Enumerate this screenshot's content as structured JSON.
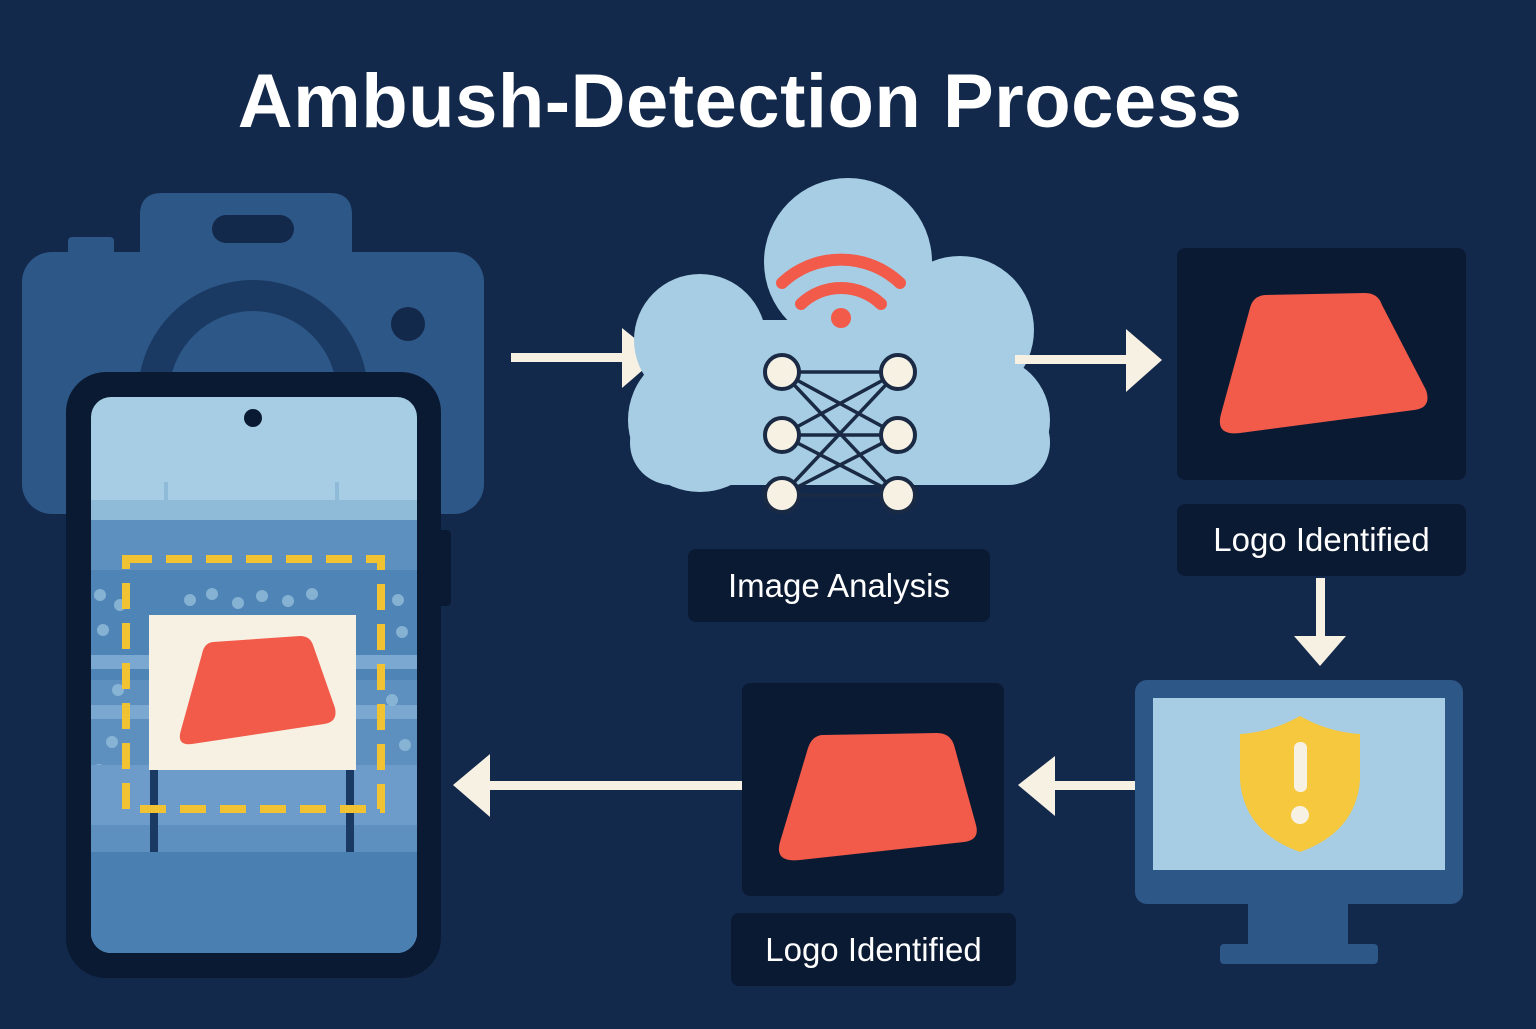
{
  "diagram": {
    "title": "Ambush-Detection Process",
    "steps": [
      {
        "id": "capture",
        "label": "",
        "icon": "smartphone-camera-icon"
      },
      {
        "id": "analysis",
        "label": "Image Analysis",
        "icon": "cloud-neural-network-icon"
      },
      {
        "id": "identified",
        "label": "Logo Identified",
        "icon": "logo-icon"
      },
      {
        "id": "alert",
        "label": "",
        "icon": "warning-shield-monitor-icon"
      },
      {
        "id": "identified-return",
        "label": "Logo Identified",
        "icon": "logo-icon"
      }
    ],
    "flow": [
      "capture",
      "analysis",
      "identified",
      "alert",
      "identified-return",
      "capture"
    ]
  },
  "colors": {
    "background": "#13294b",
    "label_background": "#0b1a33",
    "logo": "#f25b4a",
    "cloud": "#a6cde3",
    "camera": "#2d5786",
    "warning": "#f5c83e",
    "detection_box": "#f1c232",
    "arrow": "#f7f1e3"
  }
}
